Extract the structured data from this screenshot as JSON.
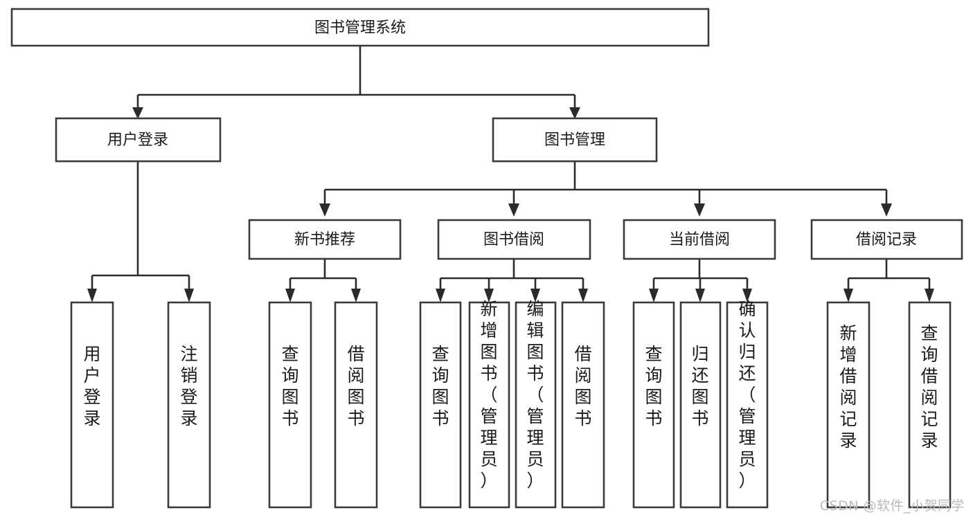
{
  "diagram": {
    "type": "tree-hierarchy",
    "title": "图书管理系统",
    "watermark": "CSDN @软件_小贺同学",
    "root": {
      "id": "root",
      "label": "图书管理系统",
      "orientation": "horizontal"
    },
    "level1": [
      {
        "id": "user-login",
        "label": "用户登录",
        "orientation": "horizontal"
      },
      {
        "id": "book-manage",
        "label": "图书管理",
        "orientation": "horizontal"
      }
    ],
    "level2": [
      {
        "id": "new-book-recommend",
        "label": "新书推荐",
        "parent": "book-manage",
        "orientation": "horizontal"
      },
      {
        "id": "book-borrow",
        "label": "图书借阅",
        "parent": "book-manage",
        "orientation": "horizontal"
      },
      {
        "id": "current-borrow",
        "label": "当前借阅",
        "parent": "book-manage",
        "orientation": "horizontal"
      },
      {
        "id": "borrow-record",
        "label": "借阅记录",
        "parent": "book-manage",
        "orientation": "horizontal"
      }
    ],
    "leaves": [
      {
        "id": "leaf-user-login",
        "label": "用户登录",
        "parent": "user-login",
        "orientation": "vertical"
      },
      {
        "id": "leaf-logout-login",
        "label": "注销登录",
        "parent": "user-login",
        "orientation": "vertical"
      },
      {
        "id": "leaf-query-book-1",
        "label": "查询图书",
        "parent": "new-book-recommend",
        "orientation": "vertical"
      },
      {
        "id": "leaf-borrow-book-1",
        "label": "借阅图书",
        "parent": "new-book-recommend",
        "orientation": "vertical"
      },
      {
        "id": "leaf-query-book-2",
        "label": "查询图书",
        "parent": "book-borrow",
        "orientation": "vertical"
      },
      {
        "id": "leaf-add-book",
        "label": "新增图书（管理员）",
        "parent": "book-borrow",
        "orientation": "vertical"
      },
      {
        "id": "leaf-edit-book",
        "label": "编辑图书（管理员）",
        "parent": "book-borrow",
        "orientation": "vertical"
      },
      {
        "id": "leaf-borrow-book-2",
        "label": "借阅图书",
        "parent": "book-borrow",
        "orientation": "vertical"
      },
      {
        "id": "leaf-query-book-3",
        "label": "查询图书",
        "parent": "current-borrow",
        "orientation": "vertical"
      },
      {
        "id": "leaf-return-book",
        "label": "归还图书",
        "parent": "current-borrow",
        "orientation": "vertical"
      },
      {
        "id": "leaf-confirm-return",
        "label": "确认归还（管理员）",
        "parent": "current-borrow",
        "orientation": "vertical"
      },
      {
        "id": "leaf-add-record",
        "label": "新增借阅记录",
        "parent": "borrow-record",
        "orientation": "vertical"
      },
      {
        "id": "leaf-query-record",
        "label": "查询借阅记录",
        "parent": "borrow-record",
        "orientation": "vertical"
      }
    ],
    "colors": {
      "box_stroke": "#3a3a3a",
      "connector": "#2b2b2b",
      "text": "#1a1a1a",
      "background": "#ffffff",
      "watermark": "#b9b9b9"
    }
  }
}
